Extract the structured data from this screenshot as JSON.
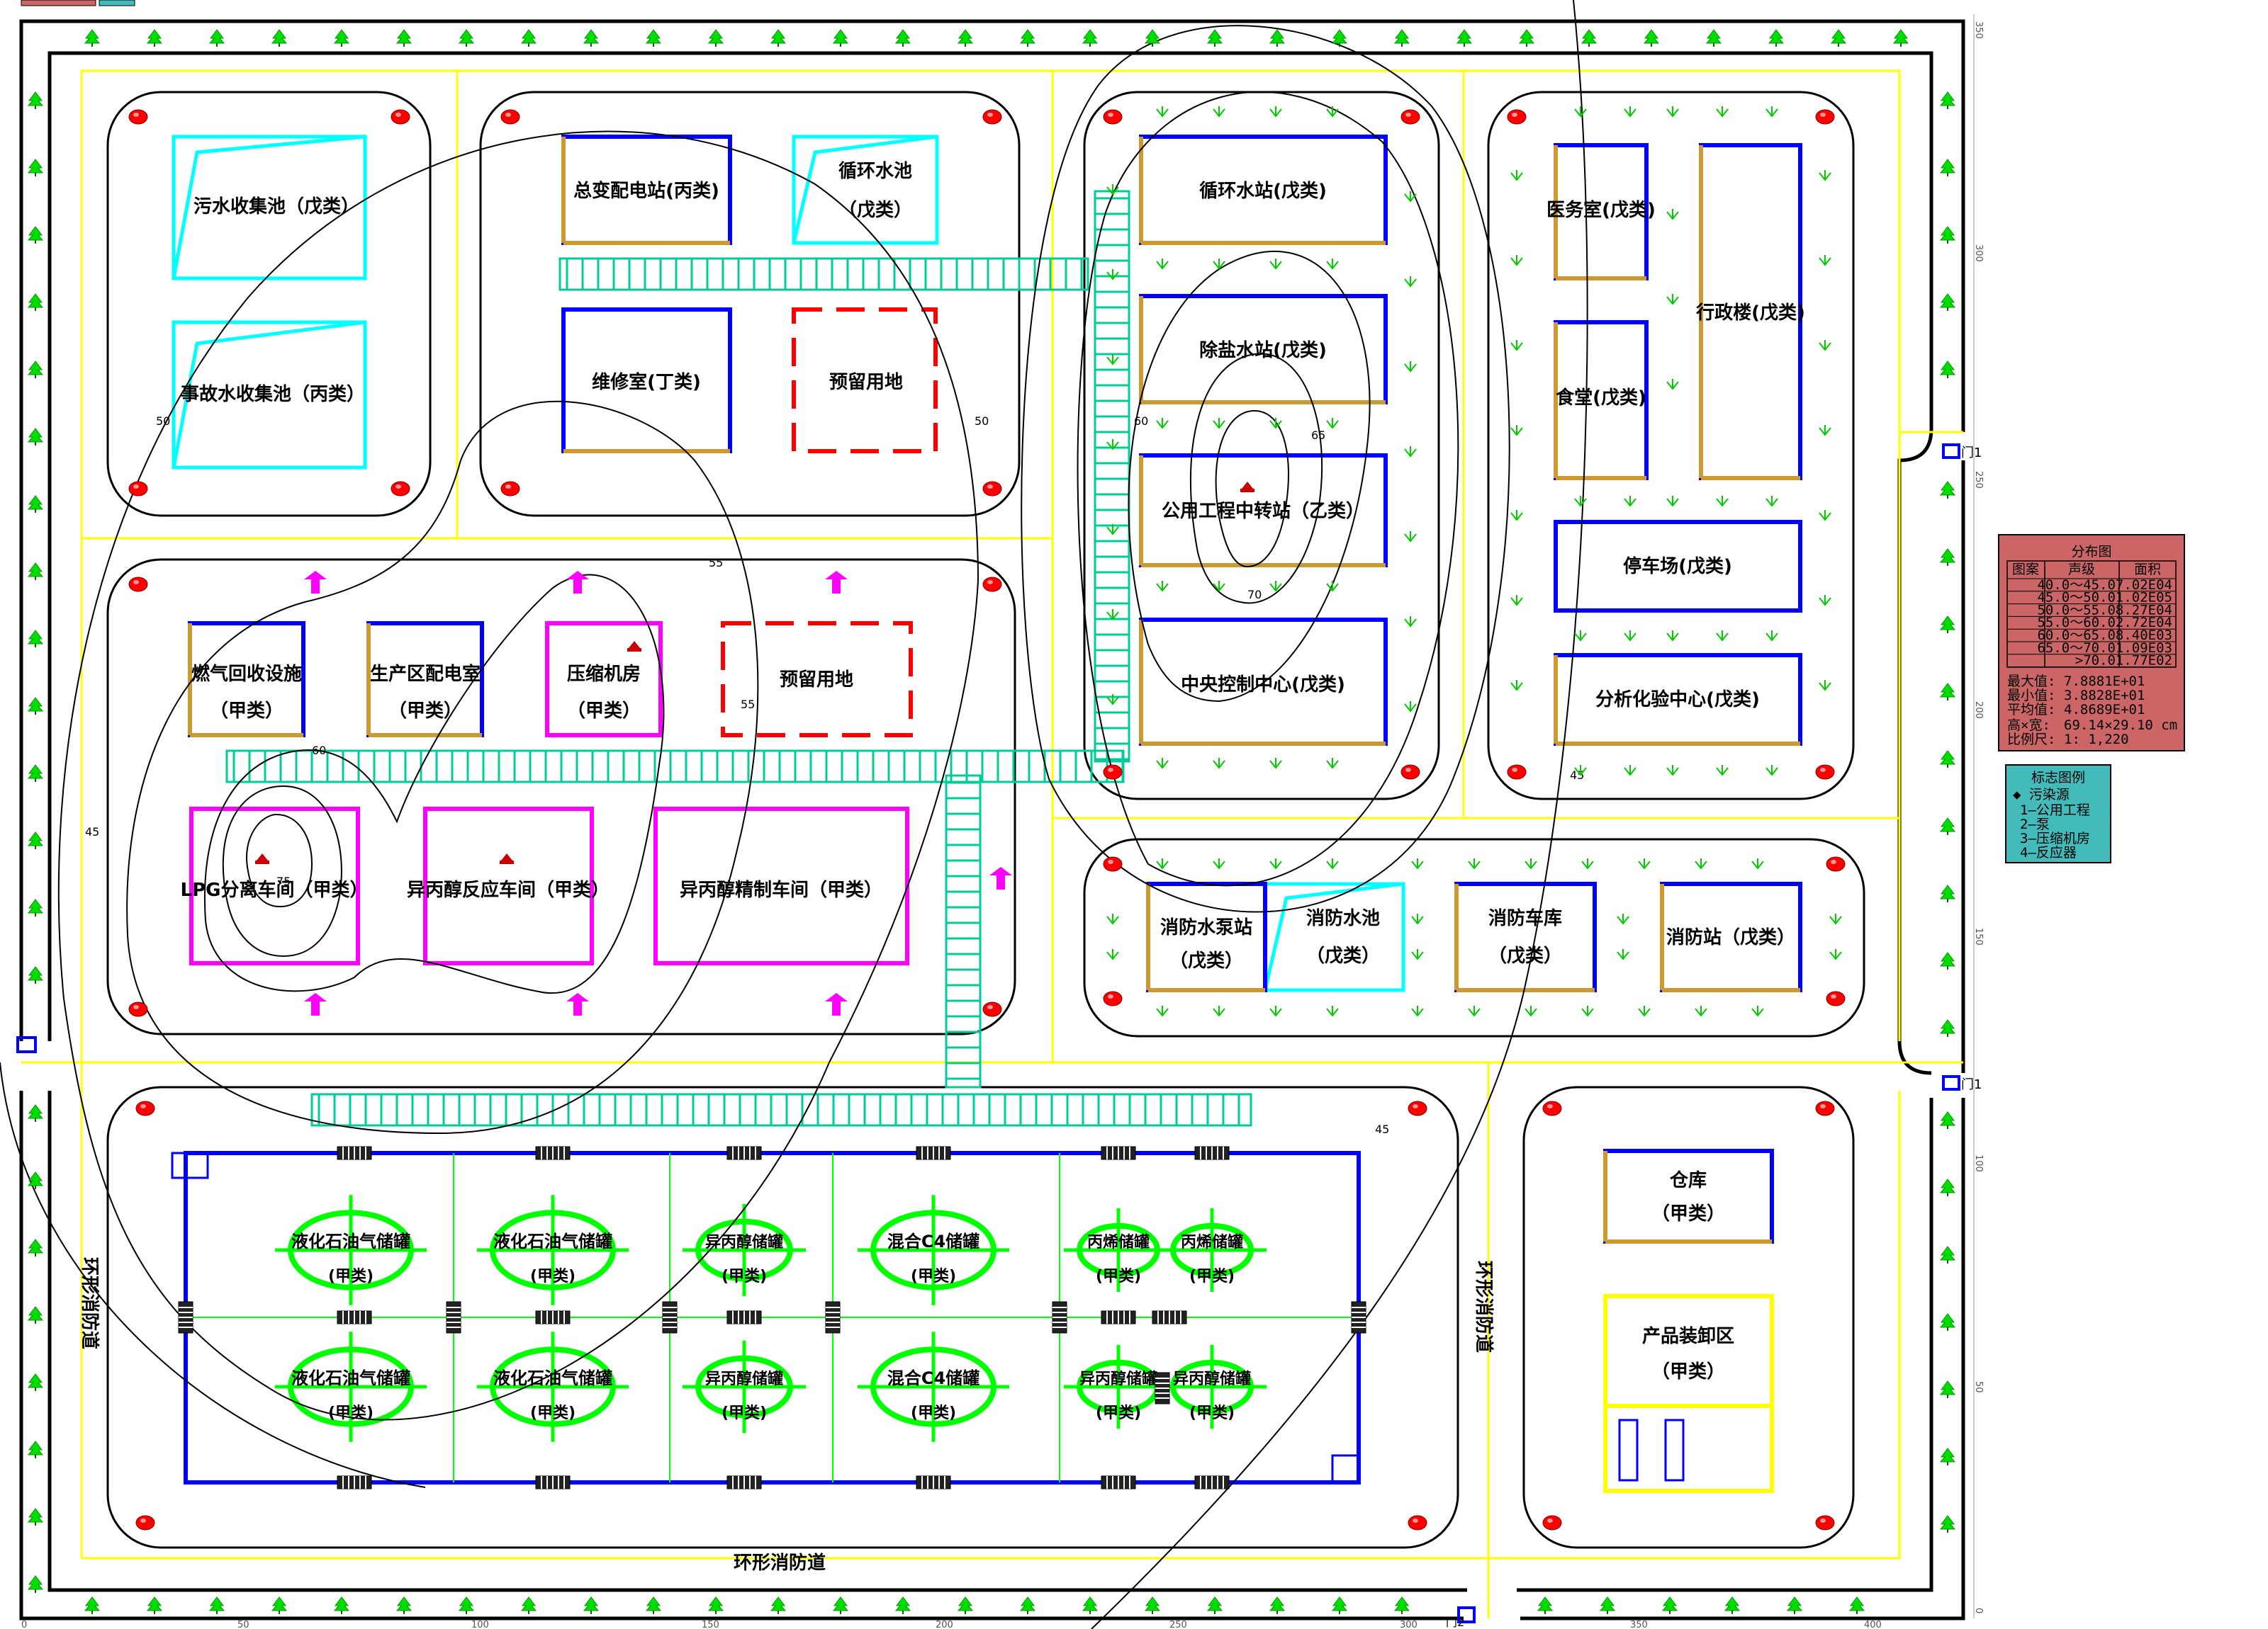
{
  "colors": {
    "background": "#ffffff",
    "road_border": "#000000",
    "setback_line": "#ffff00",
    "class_jia_box": "#ff00ff",
    "class_wu_box": "#0000ff",
    "class_wu_box_bottom": "#cc9933",
    "water_pool": "#00ffff",
    "reserved_land": "#ff0000",
    "pipe_rack": "#00cc99",
    "tank": "#00ff00",
    "packing_area": "#ffff00",
    "hydrant": "#ff0000",
    "legend_dist_bg": "#cc6666",
    "legend_sources_bg": "#44bbbb",
    "contour": "#000000"
  },
  "buildings": {
    "sewage_pool": "污水收集池（戊类）",
    "accident_pool": "事故水收集池（丙类）",
    "substation": "总变配电站(丙类)",
    "circ_pool_1": "循环水池",
    "circ_pool_2": "（戊类）",
    "repair": "维修室(丁类)",
    "reserved_1": "预留用地",
    "circ_station": "循环水站(戊类)",
    "desalt": "除盐水站(戊类)",
    "utility": "公用工程中转站（乙类）",
    "control": "中央控制中心(戊类)",
    "clinic": "医务室(戊类)",
    "office": "行政楼(戊类)",
    "canteen": "食堂(戊类)",
    "parking": "停车场(戊类)",
    "lab": "分析化验中心(戊类)",
    "gas_recovery_1": "燃气回收设施",
    "gas_recovery_2": "（甲类）",
    "prod_dist_1": "生产区配电室",
    "prod_dist_2": "（甲类）",
    "compressor_1": "压缩机房",
    "compressor_2": "（甲类）",
    "reserved_2": "预留用地",
    "lpg_sep": "LPG分离车间（甲类）",
    "ipa_reactor": "异丙醇反应车间（甲类）",
    "ipa_refine": "异丙醇精制车间（甲类）",
    "fire_pump_1": "消防水泵站",
    "fire_pump_2": "（戊类）",
    "fire_pool_1": "消防水池",
    "fire_pool_2": "（戊类）",
    "fire_garage_1": "消防车库",
    "fire_garage_2": "（戊类）",
    "fire_station": "消防站（戊类）",
    "warehouse_1": "仓库",
    "warehouse_2": "（甲类）",
    "packing_1": "产品装卸区",
    "packing_2": "（甲类）"
  },
  "tanks": {
    "t1": "液化石油气储罐",
    "t2": "液化石油气储罐",
    "t3": "异丙醇储罐",
    "t4": "混合C4储罐",
    "t5": "丙烯储罐",
    "t6": "丙烯储罐",
    "t7": "液化石油气储罐",
    "t8": "液化石油气储罐",
    "t9": "异丙醇储罐",
    "t10": "混合C4储罐",
    "t11": "异丙醇储罐",
    "t12": "异丙醇储罐",
    "class": "(甲类)"
  },
  "roads": {
    "ring_bottom": "环形消防道",
    "ring_left": "环形消防道",
    "ring_mid": "环形消防道"
  },
  "gates": {
    "gate_upper": "门1",
    "gate_lower": "门1",
    "gate_bottom": "门2"
  },
  "legend_dist": {
    "title": "分布图",
    "col_a": "图案",
    "col_b": "声级",
    "col_c": "面积",
    "rows": [
      {
        "range": "40.0～45.0",
        "area": "7.02E04"
      },
      {
        "range": "45.0～50.0",
        "area": "1.02E05"
      },
      {
        "range": "50.0～55.0",
        "area": "8.27E04"
      },
      {
        "range": "55.0～60.0",
        "area": "2.72E04"
      },
      {
        "range": "60.0～65.0",
        "area": "8.40E03"
      },
      {
        "range": "65.0～70.0",
        "area": "1.09E03"
      },
      {
        "range": ">70.0",
        "area": "1.77E02"
      }
    ],
    "max_label": "最大值:",
    "max_value": "7.8881E+01",
    "min_label": "最小值:",
    "min_value": "3.8828E+01",
    "avg_label": "平均值:",
    "avg_value": "4.8689E+01",
    "size_label": "高×宽:",
    "size_value": "69.14×29.10 cm",
    "scale_label": "比例尺:",
    "scale_value": "1: 1,220"
  },
  "legend_sources": {
    "title": "标志图例",
    "item0": "◆ 污染源",
    "item1": "1—公用工程",
    "item2": "2—泵",
    "item3": "3—压缩机房",
    "item4": "4—反应器"
  },
  "axis_right": [
    "350",
    "300",
    "250",
    "200",
    "150",
    "100",
    "50",
    "0"
  ],
  "axis_bottom": [
    "0",
    "50",
    "100",
    "150",
    "200",
    "250",
    "300",
    "350",
    "400"
  ],
  "contour_labels": {
    "c45": "45",
    "c50": "50",
    "c55": "55",
    "c60": "60",
    "c65": "65",
    "c70": "70",
    "c75": "75"
  }
}
